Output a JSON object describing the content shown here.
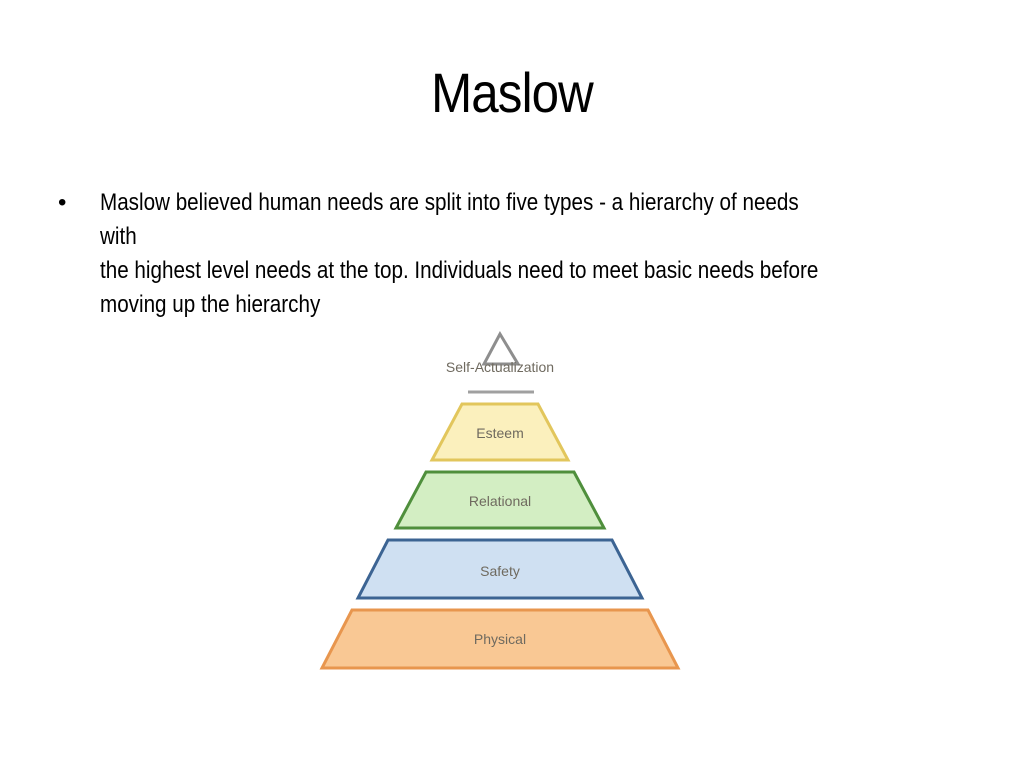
{
  "slide": {
    "title": "Maslow",
    "bullets": [
      {
        "marker": "•",
        "lines": [
          "Maslow believed human needs are split into five types - a hierarchy of needs with",
          "the highest level needs at the top. Individuals need to meet basic needs before",
          "moving up the hierarchy"
        ]
      }
    ]
  },
  "pyramid": {
    "levels": [
      {
        "label": "Self-Actualization",
        "fill": "#ffffff",
        "stroke": "#8e8e8e"
      },
      {
        "label": "Esteem",
        "fill": "#fbf0bd",
        "stroke": "#e2c65c"
      },
      {
        "label": "Relational",
        "fill": "#d3eec3",
        "stroke": "#4f8f3c"
      },
      {
        "label": "Safety",
        "fill": "#cfe0f2",
        "stroke": "#3c6493"
      },
      {
        "label": "Physical",
        "fill": "#f9c894",
        "stroke": "#e8964e"
      }
    ],
    "label_color": "#6f6a5f"
  }
}
